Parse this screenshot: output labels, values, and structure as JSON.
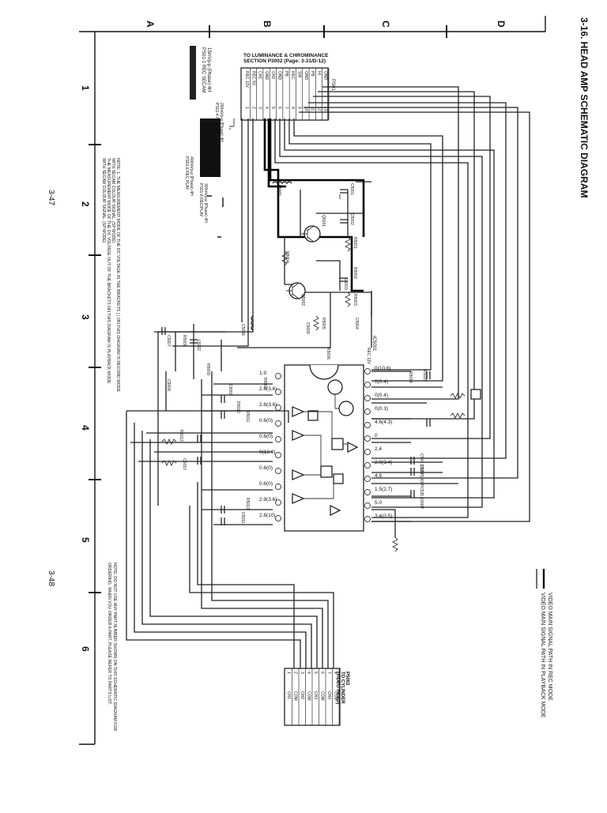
{
  "title": "3-16. HEAD AMP SCHEMATIC DIAGRAM",
  "page_left": "3-47",
  "page_right": "3-48",
  "grid": {
    "columns": [
      "A",
      "B",
      "C",
      "D"
    ],
    "rows": [
      "1",
      "2",
      "3",
      "4",
      "5",
      "6"
    ]
  },
  "connector_top": {
    "label_line1": "TO LUMINANCE & CHROMINANCE",
    "label_line2": "SECTION P3002 (Page: 3-31/D-12)",
    "name": "PS01",
    "pins": [
      "1",
      "2",
      "3",
      "4",
      "5",
      "6",
      "7",
      "8",
      "9",
      "10",
      "11",
      "12",
      "13"
    ],
    "signals": [
      "REC 12V",
      "REC 5V",
      "CH1",
      "GND",
      "CH2",
      "GND",
      "PB",
      "REC",
      "SW",
      "GND",
      "PB",
      "HI",
      "GND"
    ]
  },
  "connector_bottom": {
    "label_line1": "P5002",
    "label_line2": "TO CYLINDER",
    "label_line3": "(VIDEO HEAD)",
    "pins": [
      "1",
      "2",
      "3",
      "4",
      "5",
      "6",
      "7",
      "8"
    ],
    "signals": [
      "CH1",
      "COM",
      "CH2",
      "COM",
      "CH3",
      "COM",
      "CH4",
      "COM"
    ]
  },
  "waveform_notes": [
    "PS01-1 REC SECAM",
    "15mVp-p (Phase) 4H",
    "PS01-4 PLAY SECAM",
    "260mVp-p (Phase) 4H",
    "PS01-6 REC PLAY",
    "400mVp-p (Phase) 4H",
    "PS01-8 REC/PLAY",
    "300mVp-p (Phase) 4H"
  ],
  "ic": {
    "name": "IC5001",
    "type": "REC 12V"
  },
  "components": [
    "L5001",
    "C5001",
    "C5002",
    "R5001",
    "Q5001",
    "Q5002",
    "R5002",
    "C5003",
    "R5003",
    "R5004",
    "C5004",
    "R5005",
    "R5006",
    "C5005",
    "R5007",
    "C5006",
    "R5008",
    "L5002",
    "C5007",
    "R5009",
    "C5008",
    "C5009",
    "R5010",
    "R5011",
    "R5012",
    "C5010",
    "R5013",
    "C5011",
    "R5014",
    "R5015"
  ],
  "voltages_left": [
    "1.9",
    "2.8(3.6)",
    "2.8(3.6)",
    "0.6(0)",
    "0.6(0)",
    "0(12.0)",
    "0.6(0)",
    "0.6(0)",
    "2.9(3.6)",
    "2.8(10)"
  ],
  "voltages_right": [
    "0(10.6)",
    "0(0.4)",
    "0(0.4)",
    "0(0.3)",
    "4.6(4.3)",
    "0",
    "2.4",
    "2.0(3.4)",
    "4.9",
    "1.5(2.7)",
    "5.0",
    "3.4(0.5)"
  ],
  "cap_labels": [
    "C541 1000P",
    "C526 1000P",
    "C535 1000P"
  ],
  "legend": [
    "VIDEO MAIN SIGNAL PATH IN REC MODE",
    "VIDEO MAIN SIGNAL PATH IN PLAYBACK MODE"
  ],
  "note_measure": [
    "NOTE: 1. THE MEASUREMENT MODE OF THE DC VOLTAGE IN THE BRACKETS ( ) ON THIS DIAGRAM IS RECORD MODE",
    "WITH SECAM COLOUR SIGNAL. (SP MODE)",
    "THE MEASUREMENT MODE OF THE DC VOLTAGE OUT OF THE BRACKETS ON THIS DIAGRAM IS PLAYBACK MODE",
    "WITH SECAM COLOUR SIGNAL. (SP MODE)"
  ],
  "note_parts": [
    "NOTE: DO NOT USE ANY PART NUMBER SHOWN ON THIS SCHEMATIC DIAGRAM FOR",
    "ORDERING. WHEN YOU ORDER A PART, PLEASE REFER TO PARTS LIST."
  ]
}
